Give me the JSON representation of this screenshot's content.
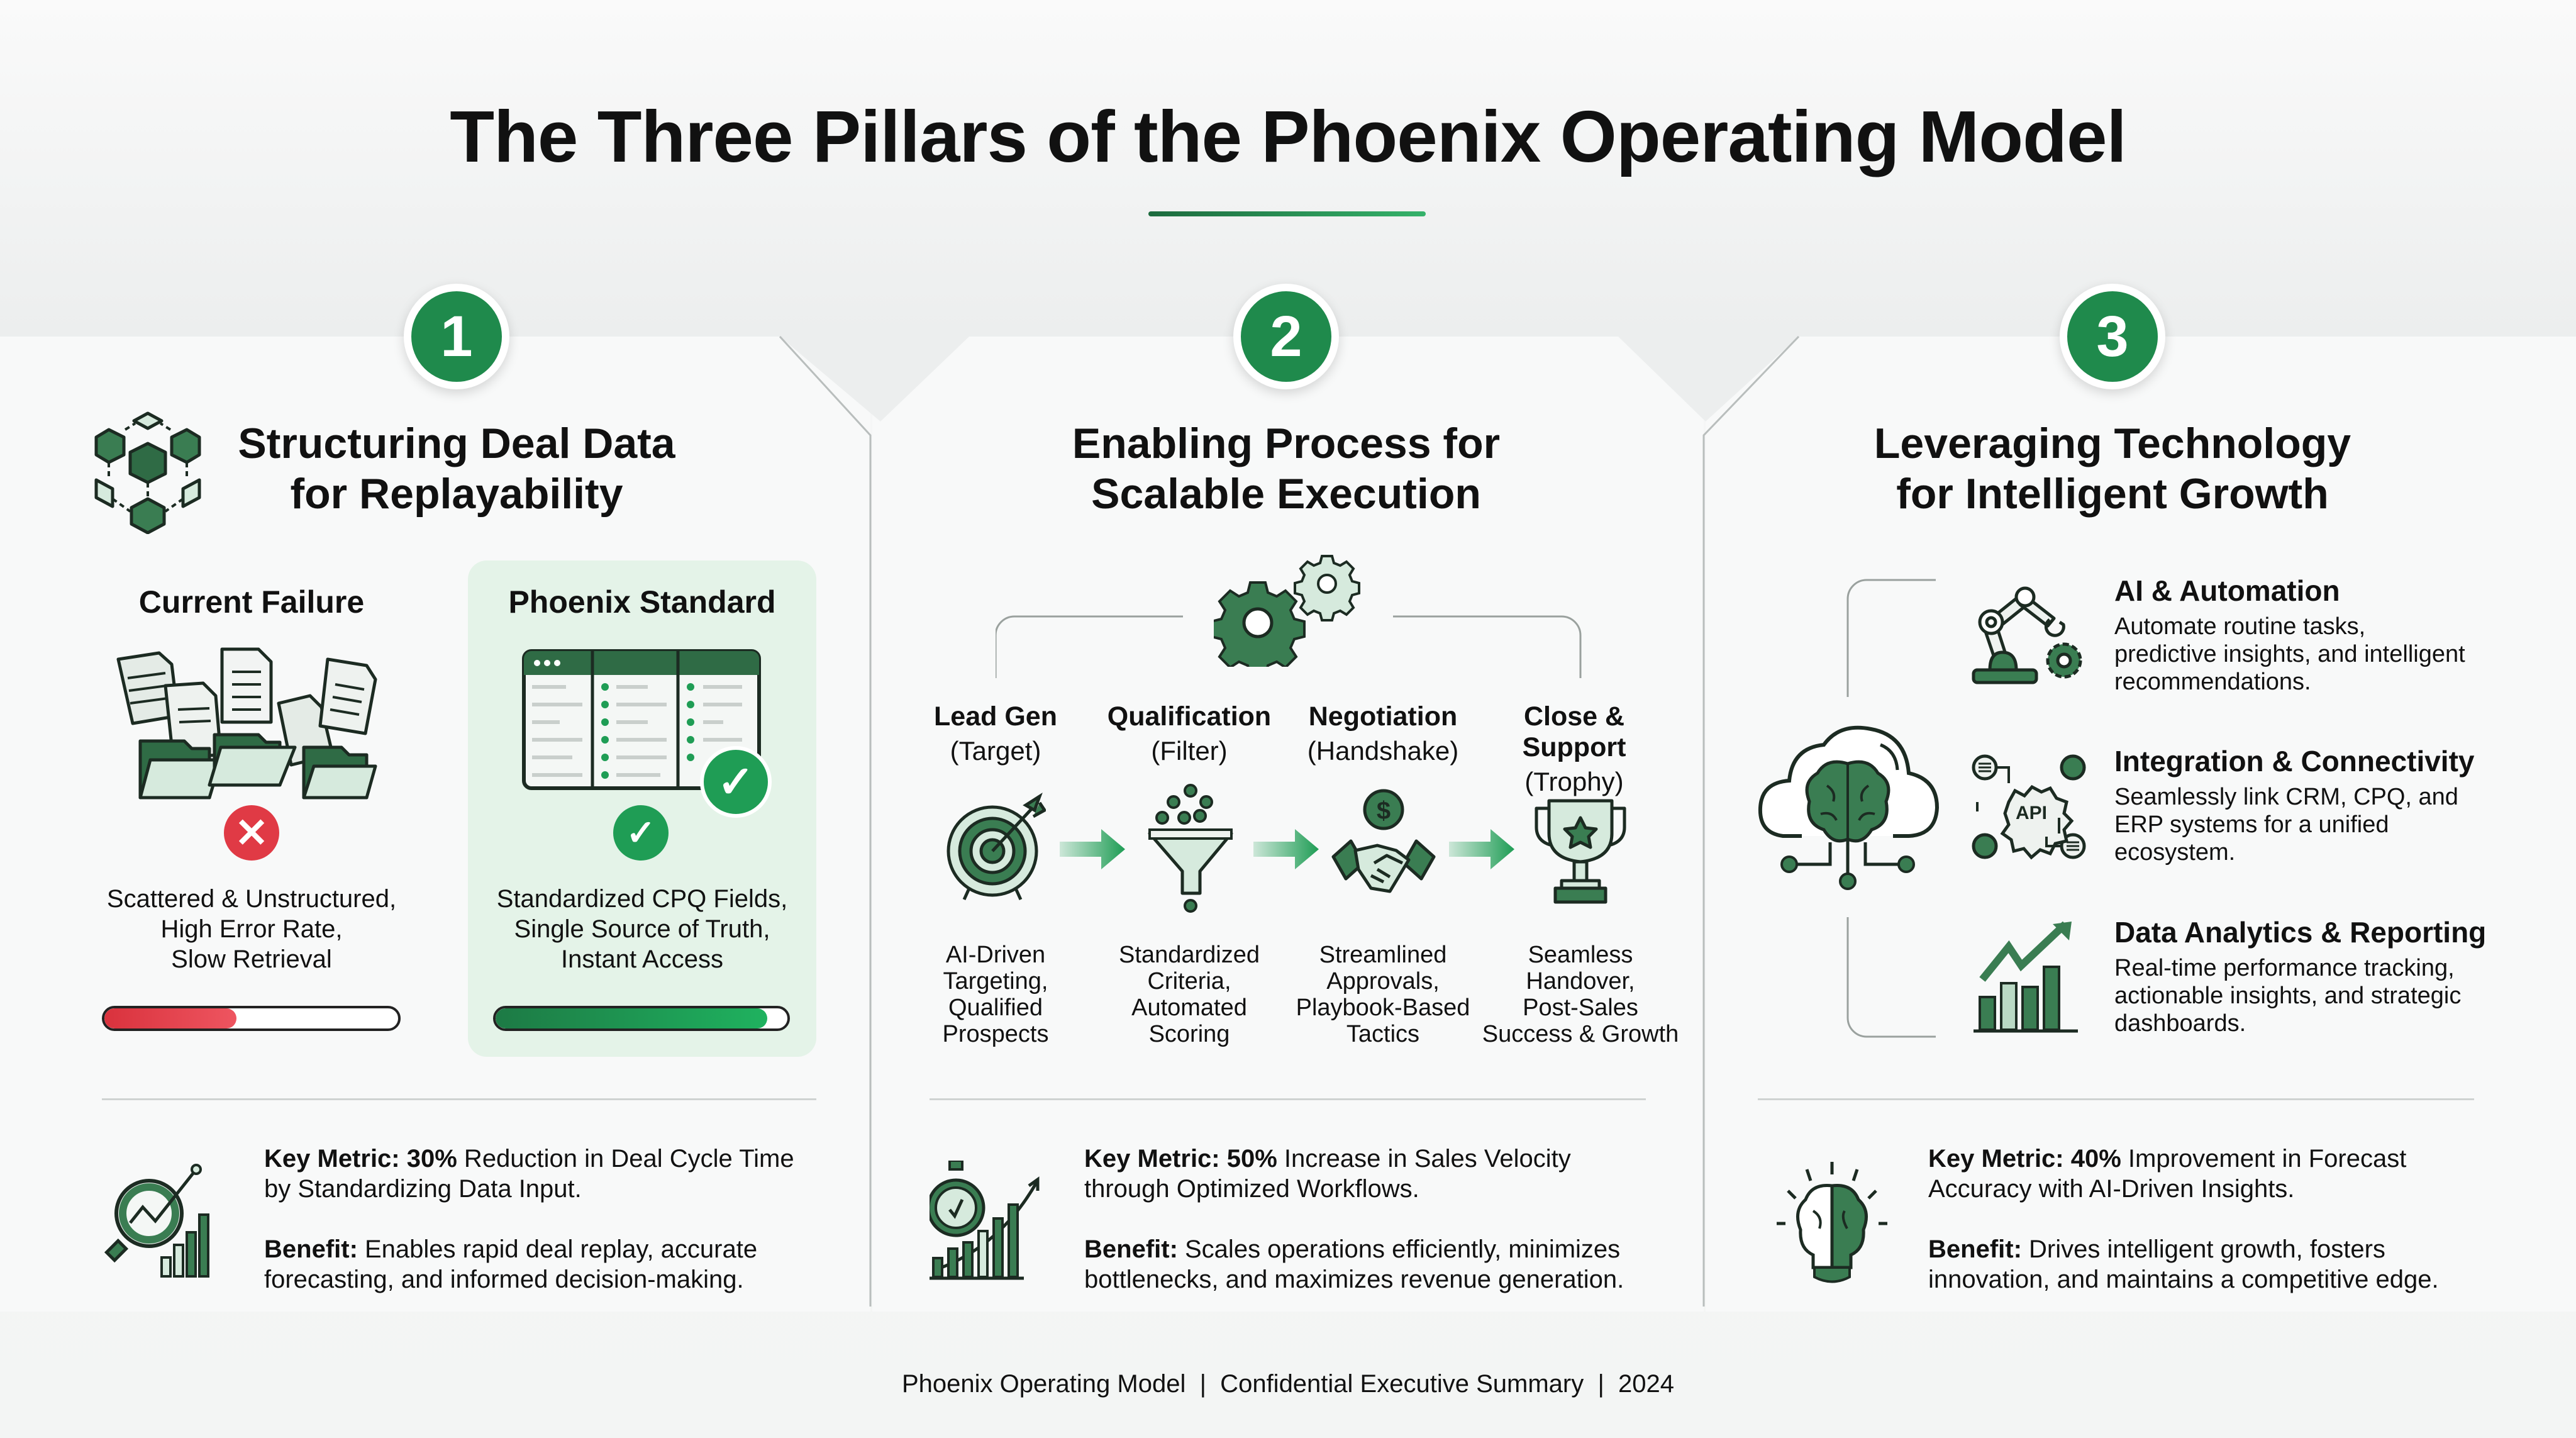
{
  "title": "The Three Pillars of the Phoenix Operating Model",
  "colors": {
    "primary_green": "#1f8a4c",
    "icon_green": "#3a7d52",
    "light_green": "#d6eadd",
    "failure_red": "#e03a45"
  },
  "pillars": [
    {
      "number": "1",
      "title": "Structuring Deal Data\nfor Replayability",
      "icon": "cube-network-icon",
      "comparison": {
        "failure": {
          "label": "Current Failure",
          "icon": "scattered-documents-icon",
          "status_icon": "x-circle-icon",
          "text": "Scattered & Unstructured,\nHigh Error Rate,\nSlow Retrieval",
          "progress": 0.45
        },
        "standard": {
          "label": "Phoenix Standard",
          "icon": "spreadsheet-check-icon",
          "status_icon": "check-circle-icon",
          "text": "Standardized CPQ Fields,\nSingle Source of Truth,\nInstant Access",
          "progress": 0.93
        }
      },
      "metric": {
        "icon": "magnifier-chart-icon",
        "label": "Key Metric:",
        "value": "30%",
        "text": " Reduction in Deal Cycle Time\nby Standardizing Data Input.",
        "benefit_label": "Benefit:",
        "benefit": " Enables rapid deal replay, accurate\nforecasting, and informed decision-making."
      }
    },
    {
      "number": "2",
      "title": "Enabling Process for\nScalable Execution",
      "icon": "gears-icon",
      "stages": [
        {
          "name": "Lead Gen",
          "sub": "(Target)",
          "icon": "target-icon",
          "desc": "AI-Driven\nTargeting,\nQualified\nProspects"
        },
        {
          "name": "Qualification",
          "sub": "(Filter)",
          "icon": "funnel-icon",
          "desc": "Standardized\nCriteria,\nAutomated\nScoring"
        },
        {
          "name": "Negotiation",
          "sub": "(Handshake)",
          "icon": "handshake-icon",
          "desc": "Streamlined\nApprovals,\nPlaybook-Based\nTactics"
        },
        {
          "name": "Close & Support",
          "sub": "(Trophy)",
          "icon": "trophy-icon",
          "desc": "Seamless\nHandover,\nPost-Sales\nSuccess & Growth"
        }
      ],
      "metric": {
        "icon": "stopwatch-growth-icon",
        "label": "Key Metric:",
        "value": "50%",
        "text": " Increase in Sales Velocity\nthrough Optimized Workflows.",
        "benefit_label": "Benefit:",
        "benefit": " Scales operations efficiently, minimizes\nbottlenecks, and maximizes revenue generation."
      }
    },
    {
      "number": "3",
      "title": "Leveraging Technology\nfor Intelligent Growth",
      "icon": "cloud-brain-icon",
      "items": [
        {
          "title": "AI & Automation",
          "icon": "robot-arm-icon",
          "desc": "Automate routine tasks,\npredictive insights, and intelligent\nrecommendations."
        },
        {
          "title": "Integration & Connectivity",
          "icon": "api-icon",
          "desc": "Seamlessly link CRM, CPQ, and\nERP systems for a unified\necosystem."
        },
        {
          "title": "Data Analytics & Reporting",
          "icon": "growth-chart-icon",
          "desc": "Real-time performance tracking,\nactionable insights, and strategic\ndashboards."
        }
      ],
      "metric": {
        "icon": "lightbulb-brain-icon",
        "label": "Key Metric:",
        "value": "40%",
        "text": " Improvement in Forecast\nAccuracy with AI-Driven Insights.",
        "benefit_label": "Benefit:",
        "benefit": " Drives intelligent growth, fosters\ninnovation, and maintains a competitive edge."
      }
    }
  ],
  "footer": "Phoenix Operating Model  |  Confidential Executive Summary  |  2024"
}
